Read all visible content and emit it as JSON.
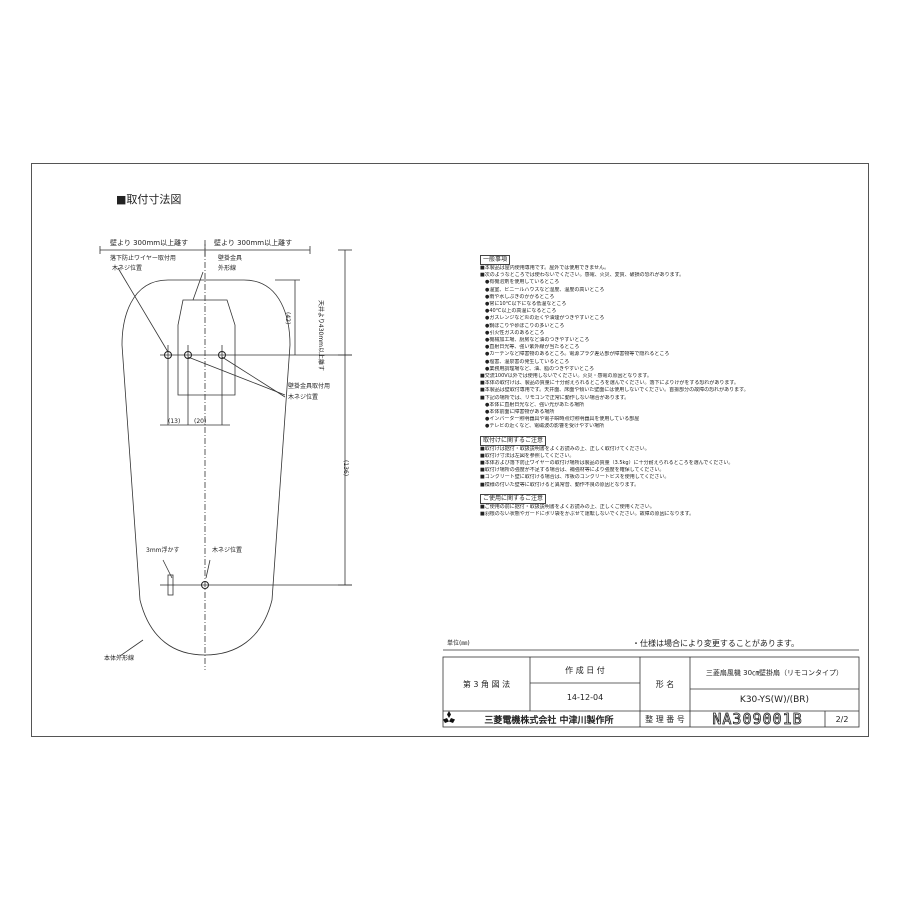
{
  "drawing": {
    "section_title": "■取付寸法図",
    "wall_clearance_left": "壁より 300mm以上離す",
    "wall_clearance_right": "壁より 300mm以上離す",
    "ceiling_clearance": "天井より430mm以上離す",
    "wire_mount_label_1": "落下防止ワイヤー取付用",
    "wire_mount_label_2": "木ネジ位置",
    "bracket_label_1": "壁掛金具",
    "bracket_label_2": "外形線",
    "bracket_screw_label_1": "壁掛金具取付用",
    "bracket_screw_label_2": "木ネジ位置",
    "float_label": "3mm浮かす",
    "screw_label": "木ネジ位置",
    "body_outline_label": "本体外形線",
    "dim_42": "(42)",
    "dim_136": "(136)",
    "dim_13": "(13)",
    "dim_20": "(20)"
  },
  "notes": {
    "general": {
      "heading": "一般事項",
      "lines": [
        "■本製品は屋内使用専用です。屋外では使用できません。",
        "■次のようなところでは使わないでください。感電、火災、変質、破損の恐れがあります。",
        "　●有機溶剤を使用しているところ",
        "　●温室、ビニールハウスなど湿度、温度の高いところ",
        "　●雨や水しぶきのかかるところ",
        "　●常に10℃以下になる低温なところ",
        "　●40℃以上の高温になるところ",
        "　●ガスレンジなど炎の近くや油煙がつきやすいところ",
        "　●鋼ぼこりや砂ぼこりの多いところ",
        "　●引火性ガスのあるところ",
        "　●機械加工場、厨房など油のつきやすいところ",
        "　●直射日光等、強い紫外線が当たるところ",
        "　●カーテンなど障害物のあるところ。電源プラグ差込部が障害物等で隠れるところ",
        "　●塩害、温泉害の発生しているところ",
        "　●業務用調理場など、油、脂のつきやすいところ",
        "■交流100V以外では使用しないでください。火災・感電の原因となります。",
        "■本体の取付けは、製品の質量に十分耐えられるところを選んでください。落下によりけがをする恐れがあります。",
        "■本製品は壁取付専用です。天井面、床面や傾いた壁面には使用しないでください。首振部分の故障の恐れがあります。",
        "■下記の場所では、リモコンで正常に動作しない場合があります。",
        "　●本体に直射日光など、強い光があたる場所",
        "　●本体前面に障害物がある場所",
        "　●インバーター照明器具や電子瞬時点灯照明器具を使用している部屋",
        "　●テレビの近くなど、電磁波の影響を受けやすい場所"
      ]
    },
    "install": {
      "heading": "取付けに関するご注意",
      "lines": [
        "■取付けは据付・取扱説明書をよくお読みの上、正しく取付けてください。",
        "■取付け寸法は左図を参照してください。",
        "■本体および落下防止ワイヤーの取付け場所は製品の質量（3.5kg）に十分耐えられるところを選んでください。",
        "■取付け場所の強度が不足する場合は、補強材等により強度を確保してください。",
        "■コンクリート壁に取付ける場合は、市販のコンクリートビスを使用してください。",
        "■模様の付いた壁等に取付けると異常音、動作不良の原因となります。"
      ]
    },
    "usage": {
      "heading": "ご使用に関するご注意",
      "lines": [
        "■ご使用の前に据付・取扱説明書をよくお読みの上、正しくご使用ください。",
        "■羽根のない状態やガードにポリ袋をかぶせて運転しないでください。故障の原因になります。"
      ]
    }
  },
  "title_block": {
    "unit": "単位(㎜)",
    "spec_notice": "・仕様は場合により変更することがあります。",
    "projection": "第 3 角 図 法",
    "created_label": "作 成 日 付",
    "created_date": "14-12-04",
    "model_label": "形 名",
    "product_name": "三菱扇風機 30㎝壁掛扇（リモコンタイプ）",
    "model_number": "K30-YS(W)/(BR)",
    "company": "三菱電機株式会社 中津川製作所",
    "ref_label": "整 理 番 号",
    "ref_number": "NA309001B",
    "page": "2/2"
  }
}
